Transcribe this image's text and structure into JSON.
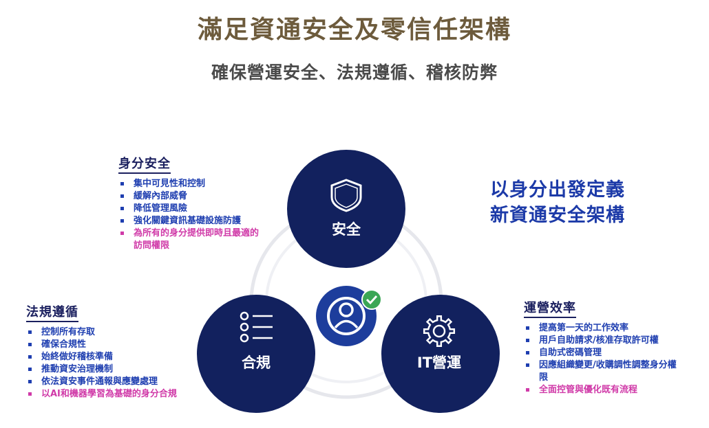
{
  "header": {
    "title": "滿足資通安全及零信任架構",
    "subtitle": "確保營運安全、法規遵循、稽核防弊"
  },
  "colors": {
    "title": "#6d5b3c",
    "subtitle": "#4a4a4a",
    "circle_fill": "#12215e",
    "item_text": "#1e3eb0",
    "highlight_text": "#d03aa8",
    "tagline": "#1c3aa8",
    "check_green": "#3aa655"
  },
  "circles": {
    "security": {
      "label": "安全",
      "icon": "shield-icon"
    },
    "compliance": {
      "label": "合規",
      "icon": "list-icon"
    },
    "it_ops": {
      "label": "IT營運",
      "icon": "gear-icon"
    },
    "center": {
      "icon": "user-check-icon"
    }
  },
  "tagline": {
    "line1": "以身分出發定義",
    "line2": "新資通安全架構"
  },
  "blocks": {
    "identity": {
      "title": "身分安全",
      "items": [
        "集中可見性和控制",
        "緩解內部威脅",
        "降低管理風險",
        "強化關鍵資訊基礎設施防護"
      ],
      "highlight": "為所有的身分提供即時且最適的訪問權限"
    },
    "compliance": {
      "title": "法規遵循",
      "items": [
        "控制所有存取",
        "確保合規性",
        "始終做好稽核準備",
        "推動資安治理機制",
        "依法資安事件通報與應變處理"
      ],
      "highlight": "以AI和機器學習為基礎的身分合規"
    },
    "operations": {
      "title": "運營效率",
      "items": [
        "提高第一天的工作效率",
        "用戶自助請求/核准存取許可權",
        "自助式密碼管理",
        "因應組織變更/收購調性調整身分權限"
      ],
      "highlight": "全面控管與優化既有流程"
    }
  }
}
